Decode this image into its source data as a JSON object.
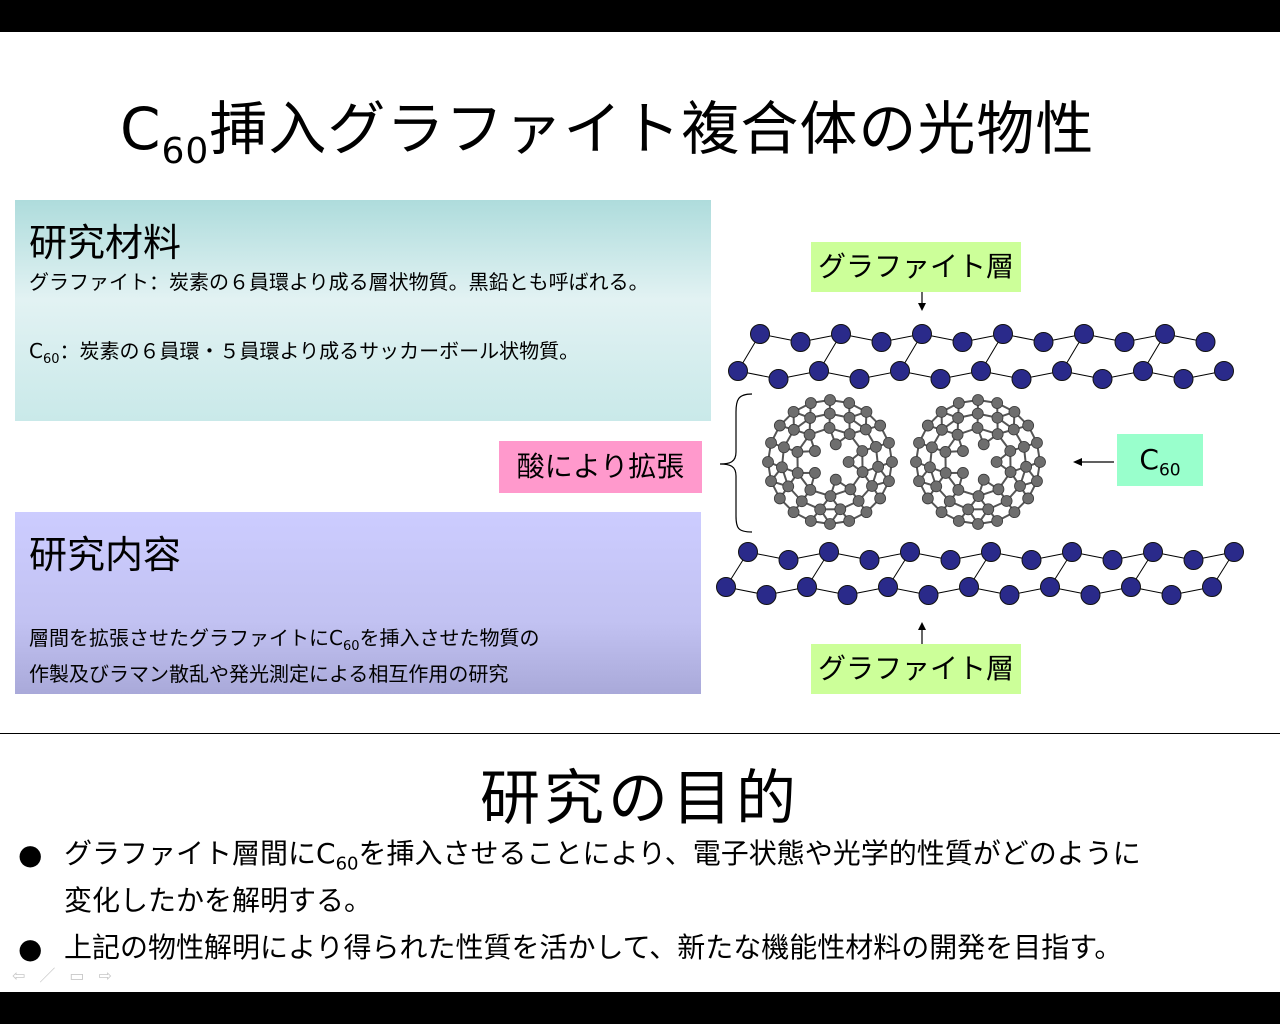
{
  "title": {
    "main": "C",
    "sub": "60",
    "rest": "挿入グラファイト複合体の光物性"
  },
  "materials": {
    "heading": "研究材料",
    "line1": "グラファイト：炭素の６員環より成る層状物質。黒鉛とも呼ばれる。",
    "line2_prefix": "C",
    "line2_sub": "60",
    "line2_rest": "：炭素の６員環・５員環より成るサッカーボール状物質。"
  },
  "research": {
    "heading": "研究内容",
    "line1_prefix": "層間を拡張させたグラファイトにC",
    "line1_sub": "60",
    "line1_rest": "を挿入させた物質の",
    "line2": "作製及びラマン散乱や発光測定による相互作用の研究"
  },
  "diagram": {
    "graphite_top": "グラファイト層",
    "graphite_bottom": "グラファイト層",
    "acid_label": "酸により拡張",
    "c60_label_main": "C",
    "c60_label_sub": "60",
    "colors": {
      "carbon_atom": "#2a2a8a",
      "c60_atom": "#6e6e6e",
      "graphite_label_bg": "#ccff99",
      "acid_label_bg": "#ff99cc",
      "c60_label_bg": "#99ffcc"
    }
  },
  "purpose": {
    "heading": "研究の目的",
    "bullet1_prefix": "グラファイト層間にC",
    "bullet1_sub": "60",
    "bullet1_rest": "を挿入させることにより、電子状態や光学的性質がどのように",
    "bullet1_line2": "変化したかを解明する。",
    "bullet2": "上記の物性解明により得られた性質を活かして、新たな機能性材料の開発を目指す。",
    "bullet_glyph": "●"
  },
  "nav": {
    "prev_icon": "⇦",
    "pen_icon": "／",
    "menu_icon": "▭",
    "next_icon": "⇨"
  }
}
